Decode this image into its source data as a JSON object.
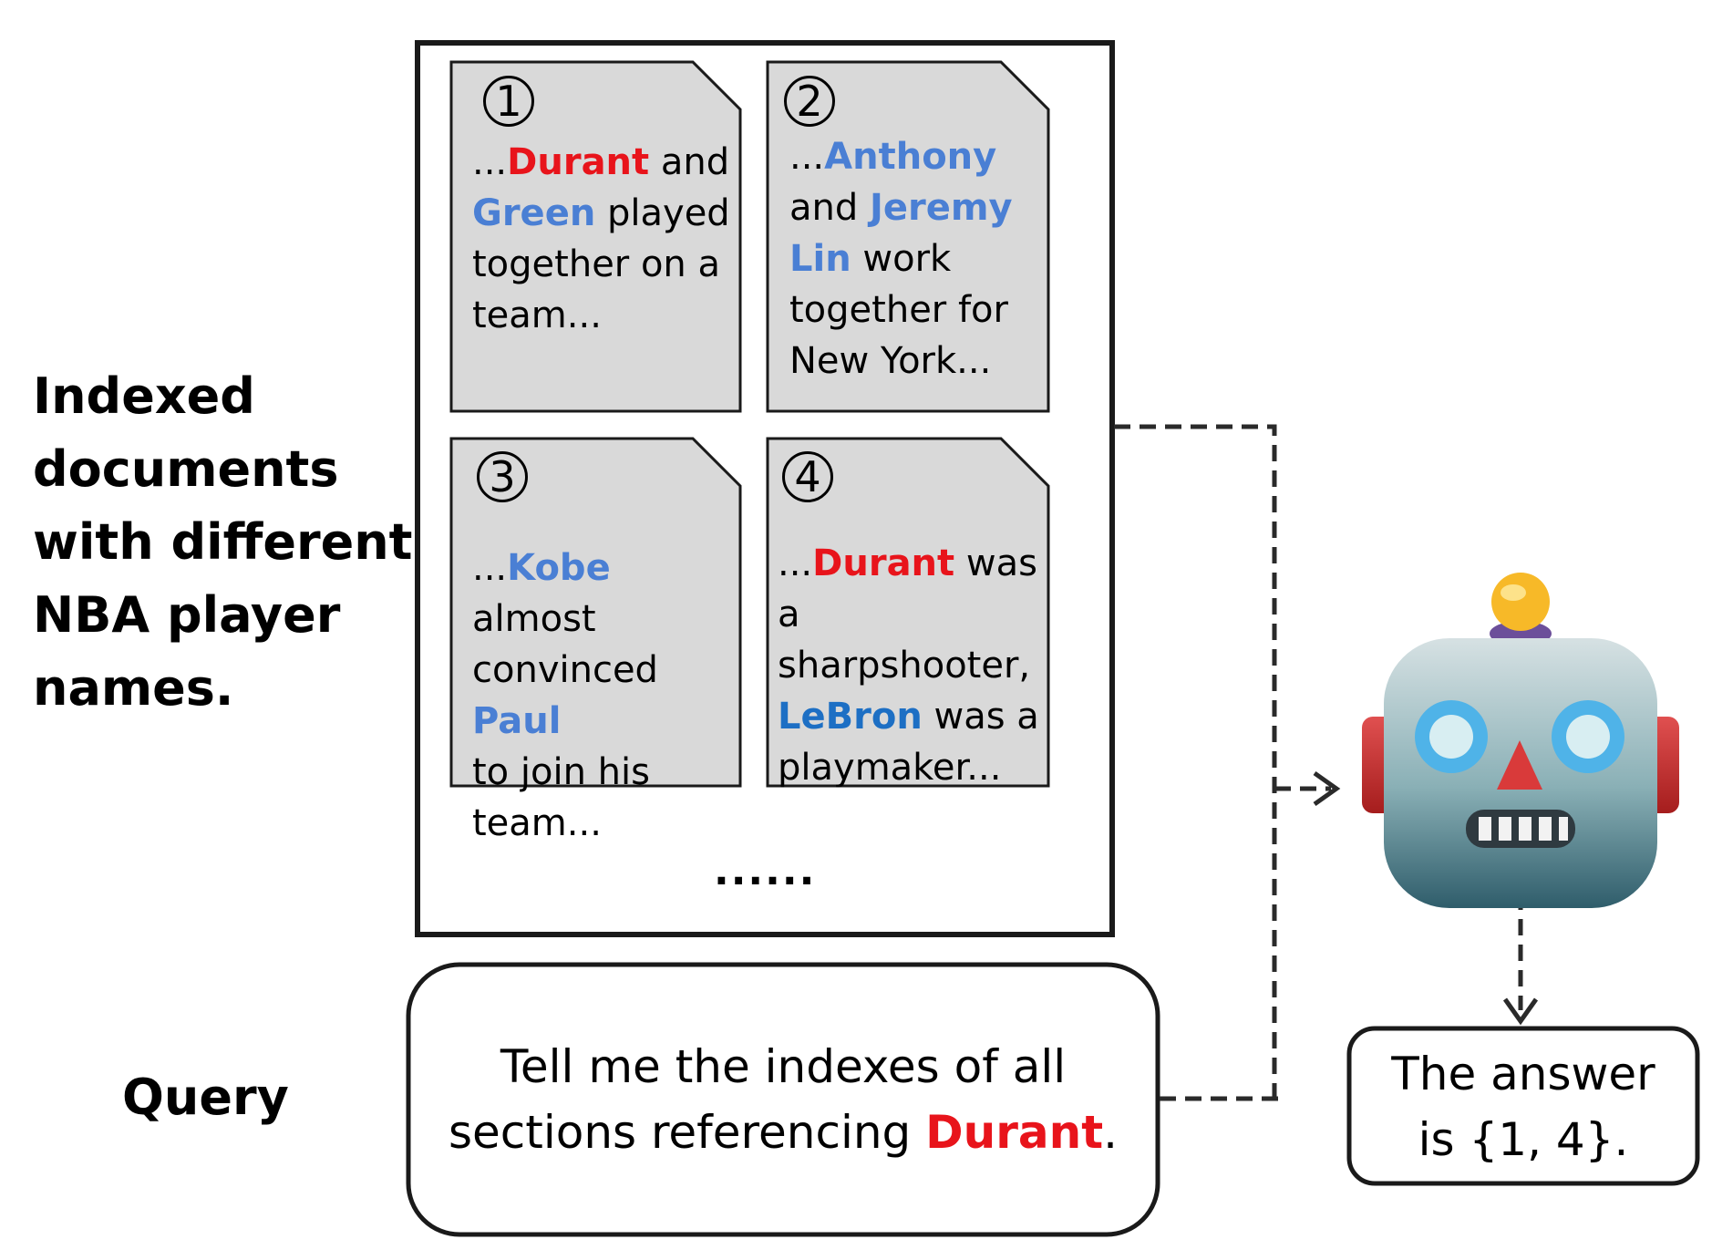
{
  "side_labels": {
    "indexed_line1": "Indexed",
    "indexed_line2": "documents",
    "indexed_line3": "with different",
    "indexed_line4": "NBA player",
    "indexed_line5": "names.",
    "query": "Query"
  },
  "documents": [
    {
      "num": "1",
      "parts": [
        {
          "t": "...",
          "c": ""
        },
        {
          "t": "Durant",
          "c": "red"
        },
        {
          "t": " and\n",
          "c": ""
        },
        {
          "t": "Green",
          "c": "blue"
        },
        {
          "t": " played\ntogether on a\nteam...",
          "c": ""
        }
      ]
    },
    {
      "num": "2",
      "parts": [
        {
          "t": "...",
          "c": ""
        },
        {
          "t": "Anthony",
          "c": "blue"
        },
        {
          "t": "\nand ",
          "c": ""
        },
        {
          "t": "Jeremy",
          "c": "blue"
        },
        {
          "t": "\n",
          "c": ""
        },
        {
          "t": "Lin",
          "c": "blue"
        },
        {
          "t": " work\ntogether for\nNew York...",
          "c": ""
        }
      ]
    },
    {
      "num": "3",
      "parts": [
        {
          "t": "...",
          "c": ""
        },
        {
          "t": "Kobe",
          "c": "blue"
        },
        {
          "t": " almost\nconvinced ",
          "c": ""
        },
        {
          "t": "Paul",
          "c": "blue"
        },
        {
          "t": "\nto join his\nteam...",
          "c": ""
        }
      ]
    },
    {
      "num": "4",
      "parts": [
        {
          "t": "...",
          "c": ""
        },
        {
          "t": "Durant",
          "c": "red"
        },
        {
          "t": " was a\nsharpshooter,\n",
          "c": ""
        },
        {
          "t": "LeBron",
          "c": "blue2"
        },
        {
          "t": " was a\nplaymaker...",
          "c": ""
        }
      ]
    }
  ],
  "more_indicator": "......",
  "query_box": {
    "line1": "Tell me the indexes of all",
    "line2_prefix": "sections referencing ",
    "line2_highlight": "Durant",
    "line2_suffix": "."
  },
  "answer_box": {
    "line1": "The answer",
    "line2": "is {1, 4}."
  },
  "colors": {
    "highlight_target": "#e8141b",
    "highlight_other": "#4a7fd4",
    "doc_fill": "#d9d9d9"
  },
  "icons": {
    "robot": "robot-icon"
  }
}
